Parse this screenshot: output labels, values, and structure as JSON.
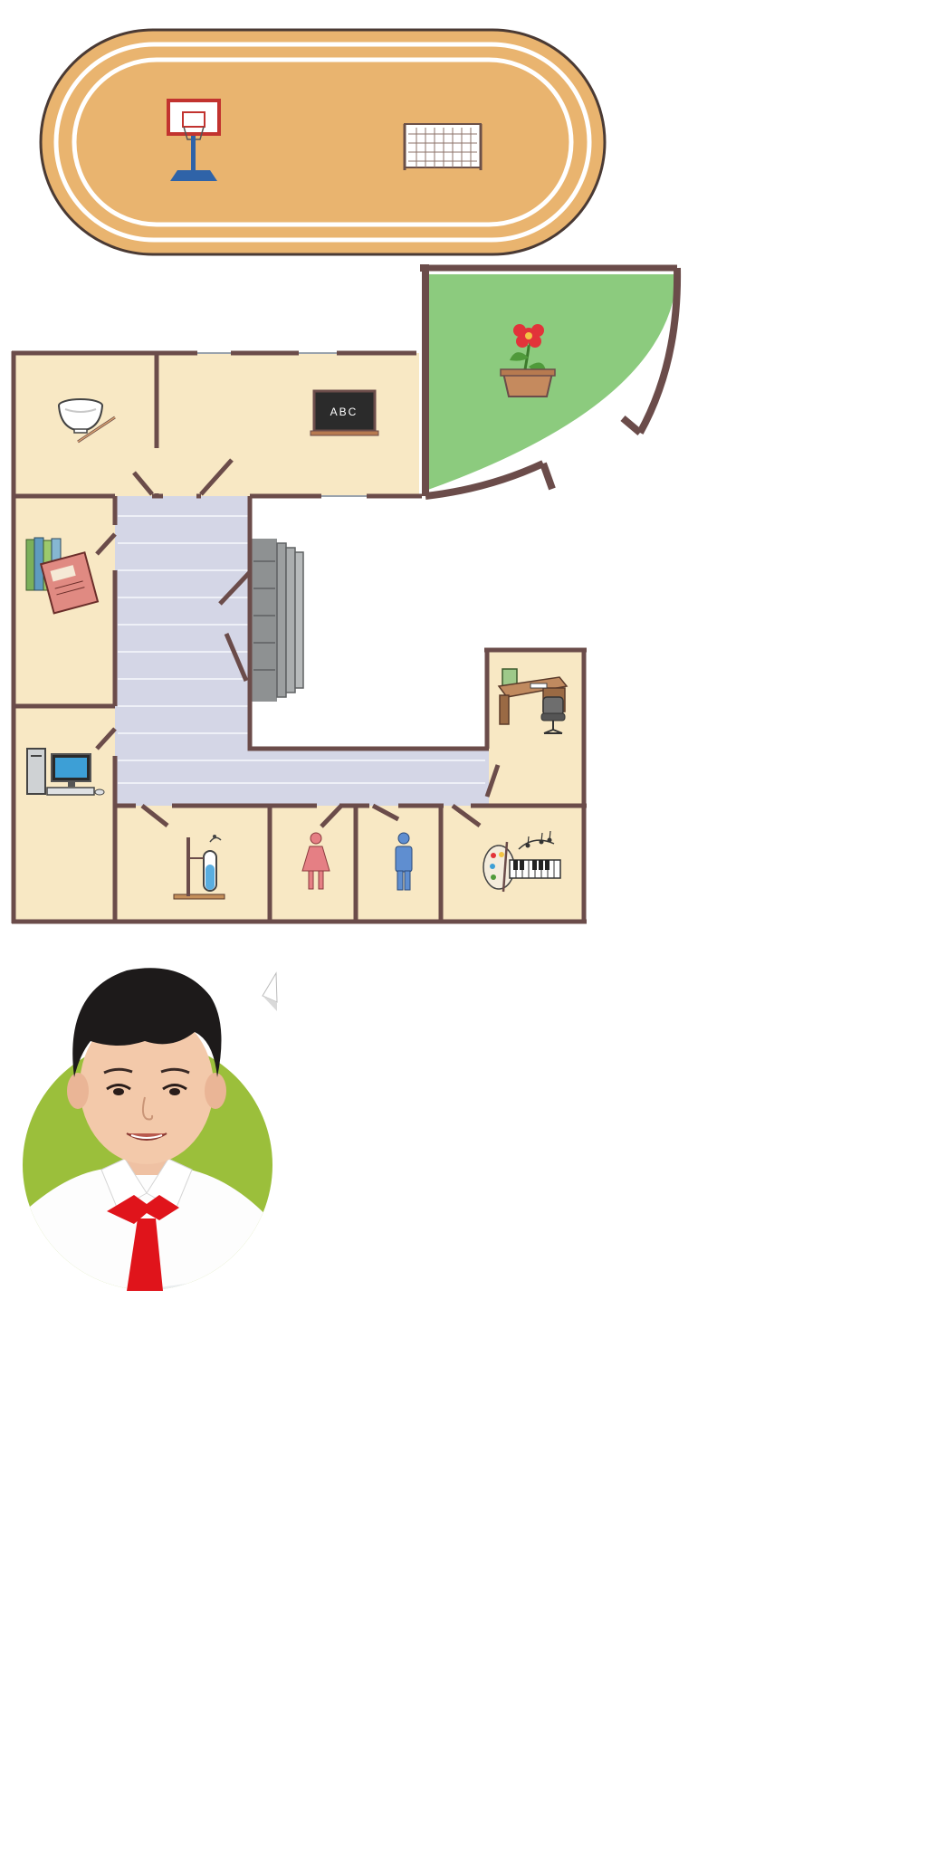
{
  "colors": {
    "background": "#ffffff",
    "track_fill": "#e9b46f",
    "track_line": "#ffffff",
    "track_outline": "#4a3a34",
    "floor": "#f8e8c4",
    "wall": "#6b4c4a",
    "garden": "#8ccb7e",
    "corridor": "#d4d6e6",
    "stairs": "#8e9192",
    "avatar_bg": "#9bbf3b",
    "tie": "#e0141b"
  },
  "chalkboard": {
    "text": "ABC"
  },
  "rooms": [
    {
      "name": "kitchen-room",
      "icon": "mixing-bowl-icon"
    },
    {
      "name": "classroom-room",
      "icon": "chalkboard-icon"
    },
    {
      "name": "garden-area",
      "icon": "flower-pot-icon"
    },
    {
      "name": "library-room",
      "icon": "books-icon"
    },
    {
      "name": "computer-room",
      "icon": "computer-icon"
    },
    {
      "name": "office-room",
      "icon": "desk-chair-icon"
    },
    {
      "name": "science-lab-room",
      "icon": "lab-flask-icon"
    },
    {
      "name": "girls-restroom",
      "icon": "female-restroom-icon"
    },
    {
      "name": "boys-restroom",
      "icon": "male-restroom-icon"
    },
    {
      "name": "art-music-room",
      "icon": "palette-piano-icon"
    }
  ],
  "sports_field": {
    "icons": [
      "basketball-hoop-icon",
      "soccer-goal-icon"
    ]
  },
  "character": {
    "icon": "boy-avatar-icon",
    "bubble": "speech-bubble-icon"
  }
}
